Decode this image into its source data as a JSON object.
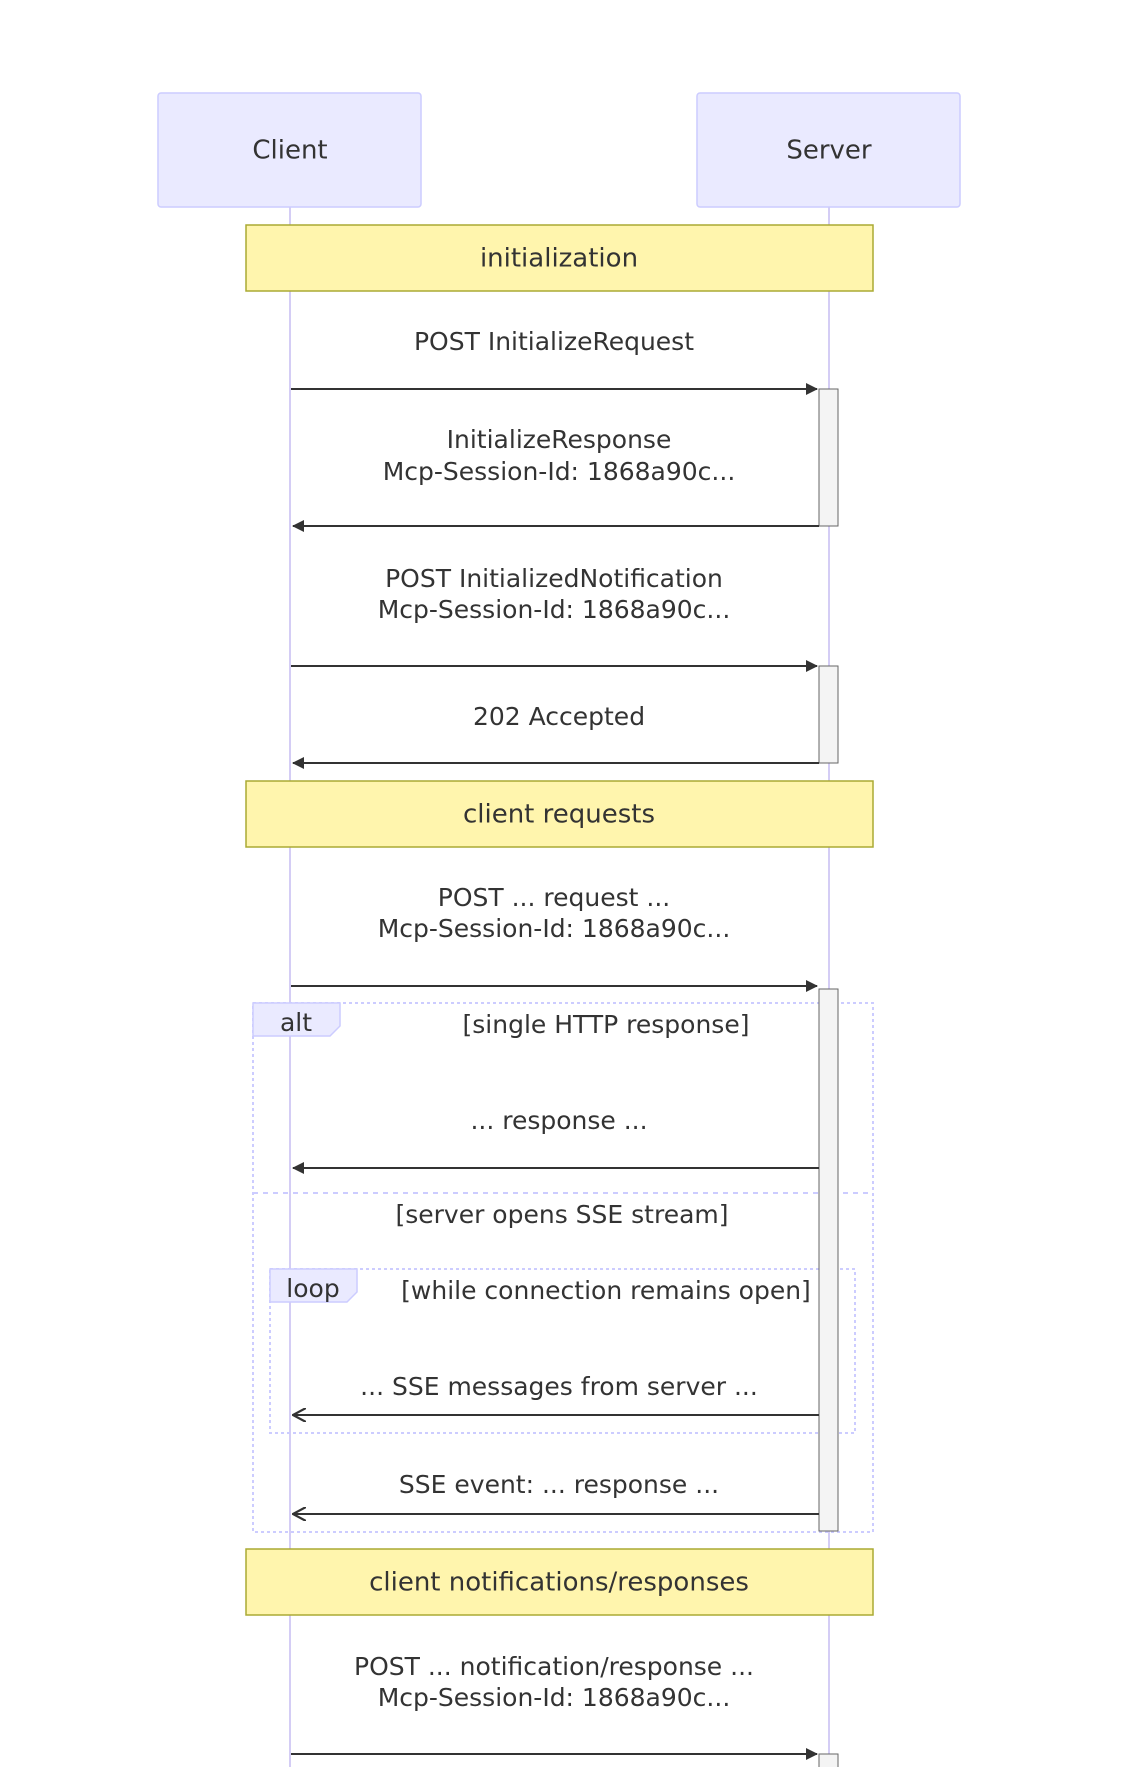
{
  "actors": {
    "client": "Client",
    "server": "Server"
  },
  "notes": {
    "initialization": "initialization",
    "client_requests": "client requests",
    "client_notifications": "client notifications/responses"
  },
  "messages": {
    "m1": "POST InitializeRequest",
    "m2_line1": "InitializeResponse",
    "m2_line2": "Mcp-Session-Id: 1868a90c...",
    "m3_line1": "POST InitializedNotification",
    "m3_line2": "Mcp-Session-Id: 1868a90c...",
    "m4": "202 Accepted",
    "m5_line1": "POST ... request ...",
    "m5_line2": "Mcp-Session-Id: 1868a90c...",
    "m6": "... response ...",
    "m7": "... SSE messages from server ...",
    "m8": "SSE event: ... response ...",
    "m9_line1": "POST ... notification/response ...",
    "m9_line2": "Mcp-Session-Id: 1868a90c..."
  },
  "frames": {
    "alt": {
      "tag": "alt",
      "condition1": "[single HTTP response]",
      "condition2": "[server opens SSE stream]"
    },
    "loop": {
      "tag": "loop",
      "condition": "[while connection remains open]"
    }
  },
  "colors": {
    "actor_fill": "#eaeaff",
    "actor_stroke": "#ccccff",
    "lifeline": "#d4cdf5",
    "note_fill": "#fff5ad",
    "note_stroke": "#aaaa33",
    "activation_fill": "#f4f4f4",
    "activation_stroke": "#666666",
    "arrow": "#333333",
    "frame_stroke": "#ccccff"
  }
}
